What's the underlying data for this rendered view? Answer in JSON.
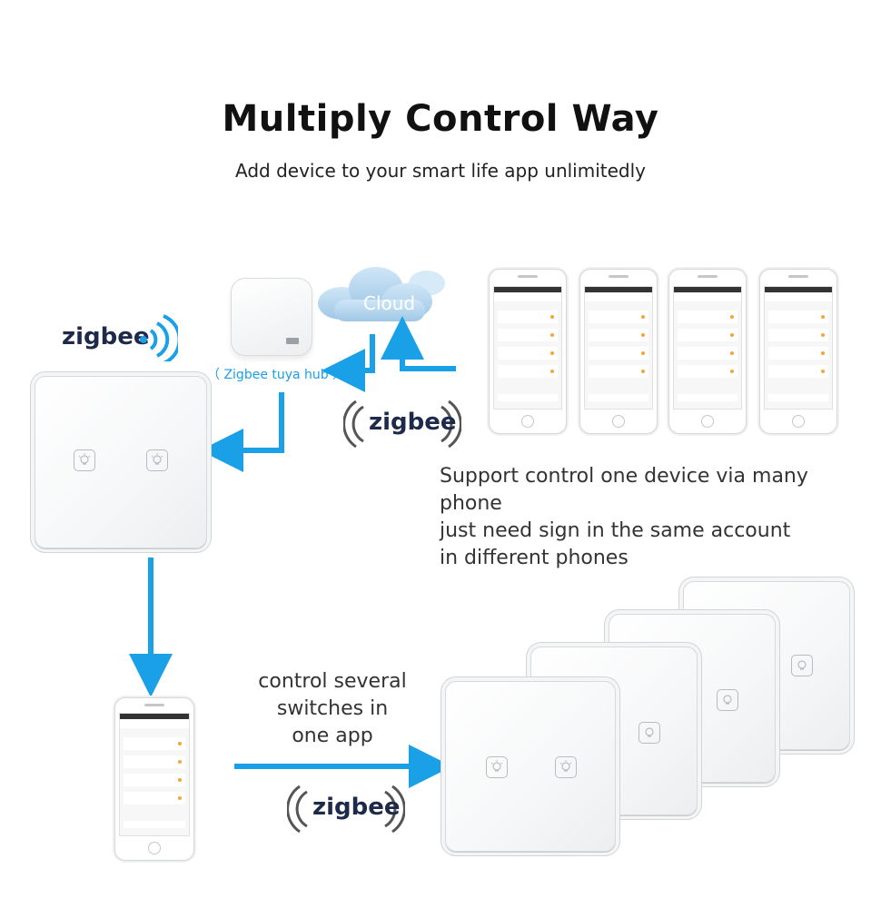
{
  "header": {
    "title": "Multiply Control Way",
    "subtitle": "Add device to your smart life app unlimitedly"
  },
  "brand": {
    "zigbee_logo": "zigbee"
  },
  "hub": {
    "label": "（ Zigbee tuya hub ）"
  },
  "cloud": {
    "label": "Cloud"
  },
  "badges": {
    "zigbee_top": "zigbee",
    "zigbee_bottom": "zigbee"
  },
  "support_text": {
    "line1": "Support control one device via many phone",
    "line2": "just need sign in the same account",
    "line3": "in different phones"
  },
  "several_text": {
    "line1": "control several",
    "line2": "switches in",
    "line3": "one app"
  },
  "colors": {
    "arrow": "#1aa0e6",
    "accent_dot": "#f4a63a",
    "brand_text": "#1e2a4a"
  },
  "icons": [
    "wifi-signal-icon",
    "cloud-icon",
    "bulb-icon",
    "arrow-icon"
  ]
}
